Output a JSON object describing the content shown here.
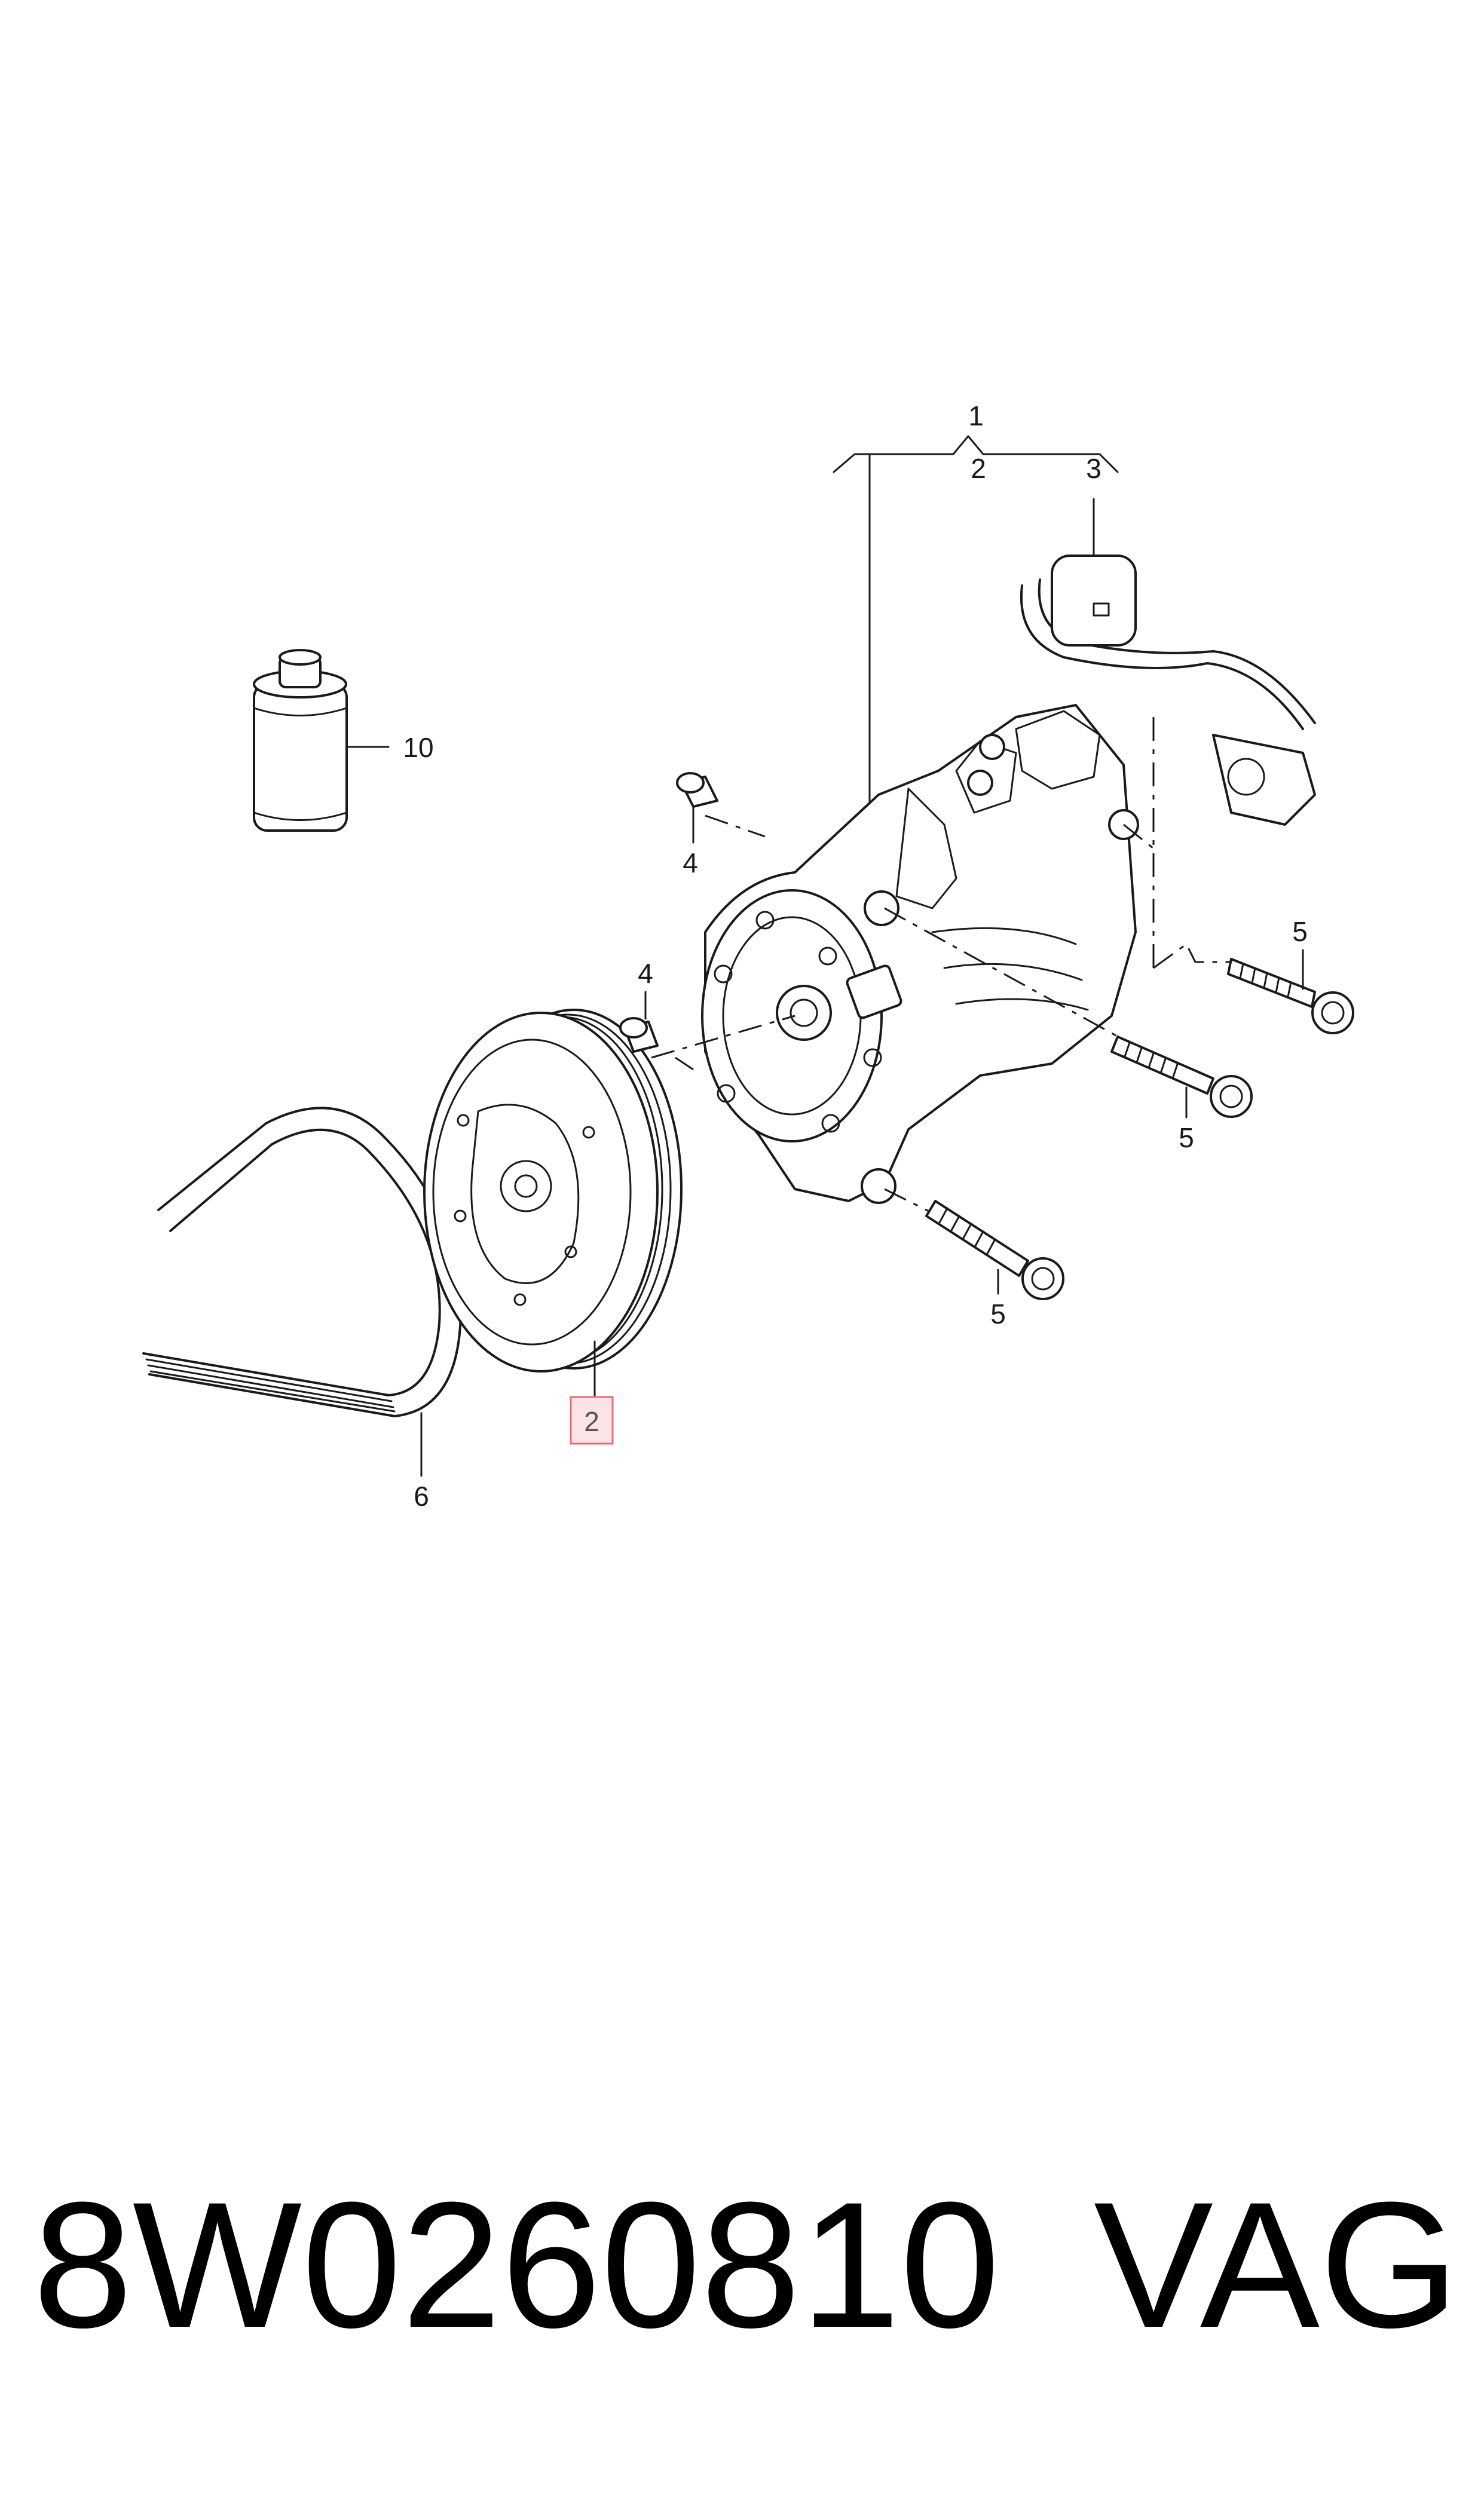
{
  "callouts": {
    "c1": "1",
    "c2_top": "2",
    "c3": "3",
    "c4_upper": "4",
    "c4_lower": "4",
    "c5_right": "5",
    "c5_middle": "5",
    "c5_lower": "5",
    "c6": "6",
    "c10": "10",
    "c2_highlight": "2"
  },
  "highlight_color": "#e46d7a",
  "footer": {
    "part_number": "8W0260810",
    "brand": "VAG"
  }
}
